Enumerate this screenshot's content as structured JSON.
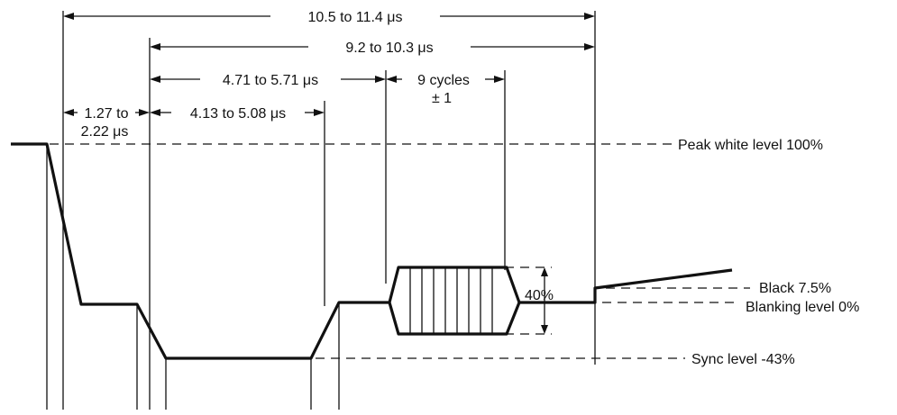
{
  "timing": {
    "total_blanking": "10.5 to 11.4 μs",
    "sync_to_end": "9.2 to 10.3 μs",
    "sync_to_burst": "4.71 to 5.71 μs",
    "front_porch_line1": "1.27 to",
    "front_porch_line2": "2.22 μs",
    "sync_width": "4.13 to 5.08 μs",
    "burst_cycles_line1": "9 cycles",
    "burst_cycles_line2": "± 1"
  },
  "levels": {
    "peak_white": "Peak white level 100%",
    "black": "Black 7.5%",
    "blanking": "Blanking level 0%",
    "sync": "Sync level -43%",
    "burst_amplitude": "40%"
  }
}
